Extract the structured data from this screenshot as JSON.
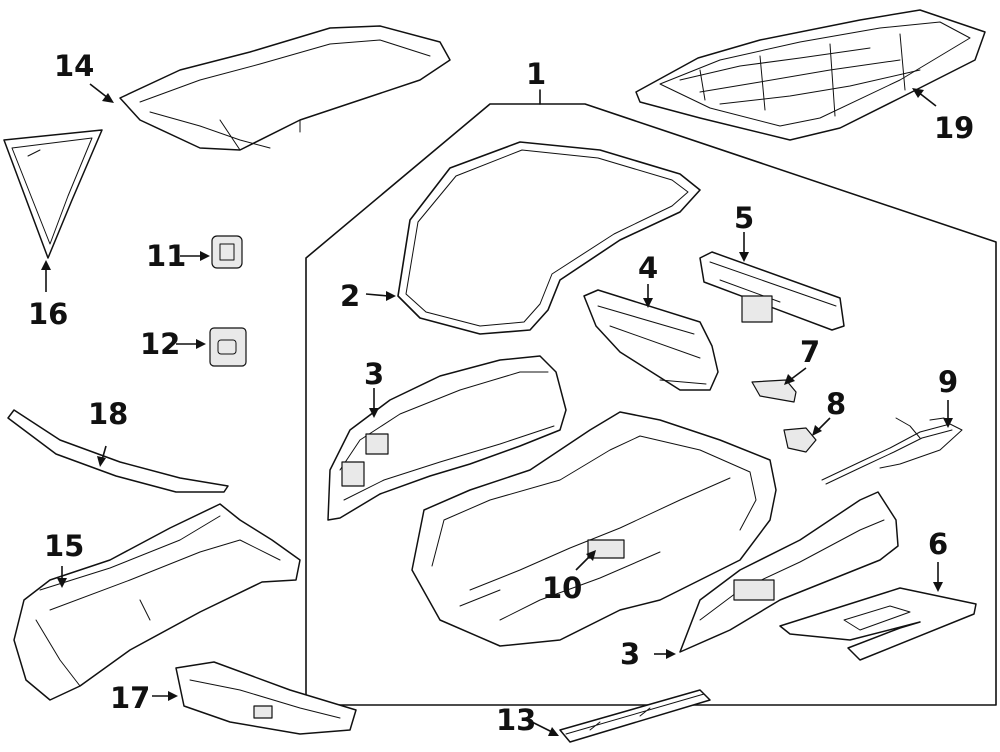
{
  "diagram": {
    "callouts": [
      "1",
      "2",
      "3",
      "4",
      "5",
      "6",
      "7",
      "8",
      "9",
      "10",
      "11",
      "12",
      "13",
      "14",
      "15",
      "16",
      "17",
      "18",
      "19",
      "3"
    ]
  }
}
